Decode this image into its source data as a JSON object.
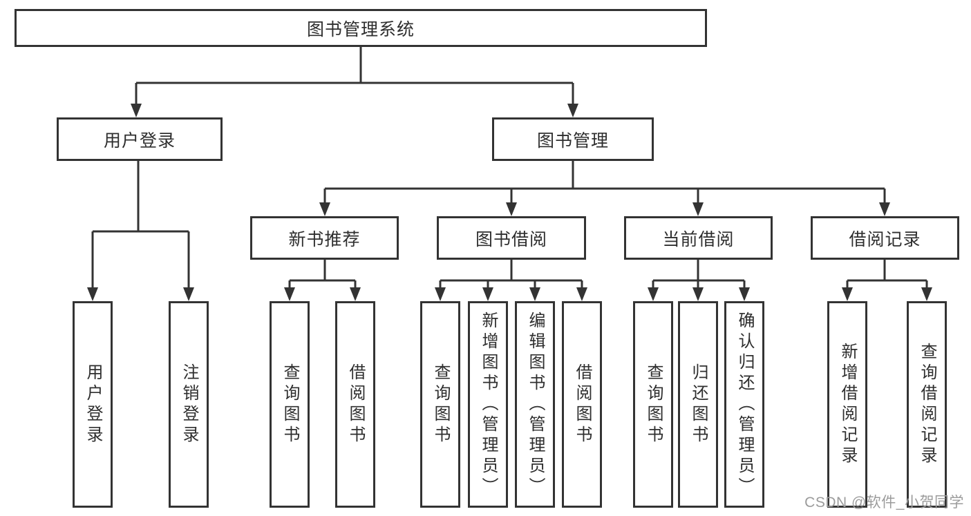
{
  "nodes": {
    "root": "图书管理系统",
    "level2": {
      "user_login": "用户登录",
      "book_management": "图书管理"
    },
    "level3": {
      "new_book_recommend": "新书推荐",
      "book_borrow": "图书借阅",
      "current_borrow": "当前借阅",
      "borrow_records": "借阅记录"
    },
    "leaves": {
      "user_login_group": [
        "用户登录",
        "注销登录"
      ],
      "new_book_group": [
        "查询图书",
        "借阅图书"
      ],
      "book_borrow_group": [
        "查询图书",
        "新增图书（管理员）",
        "编辑图书（管理员）",
        "借阅图书"
      ],
      "current_borrow_group": [
        "查询图书",
        "归还图书",
        "确认归还（管理员）"
      ],
      "records_group": [
        "新增借阅记录",
        "查询借阅记录"
      ]
    }
  },
  "watermark": "CSDN @软件_小贺同学",
  "colors": {
    "line": "#333333",
    "text": "#2e2e2e",
    "watermark": "#9b9b9b",
    "background": "#ffffff"
  }
}
